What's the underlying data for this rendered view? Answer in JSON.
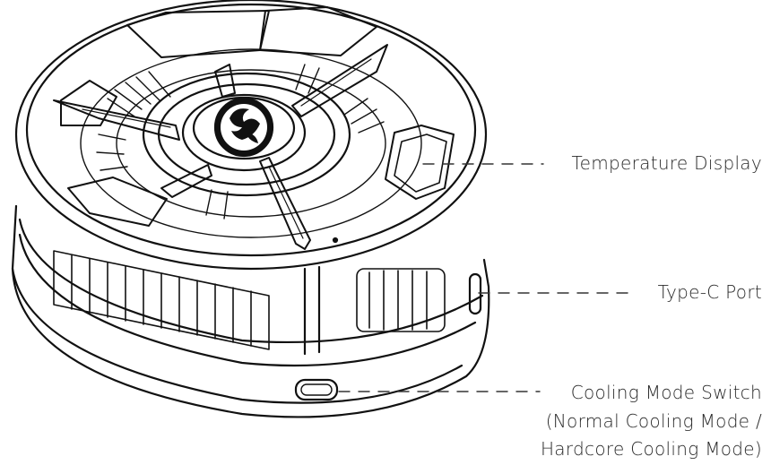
{
  "callouts": {
    "temperature_display": "Temperature Display",
    "type_c_port": "Type-C Port",
    "cooling_mode_switch": {
      "line1": "Cooling Mode Switch",
      "line2": "(Normal Cooling Mode /",
      "line3": "Hardcore Cooling Mode)"
    }
  },
  "icons": {
    "center_logo": "dragon-logo-icon"
  },
  "colors": {
    "stroke": "#111111",
    "background": "#ffffff",
    "text": "#2a2a2a"
  }
}
